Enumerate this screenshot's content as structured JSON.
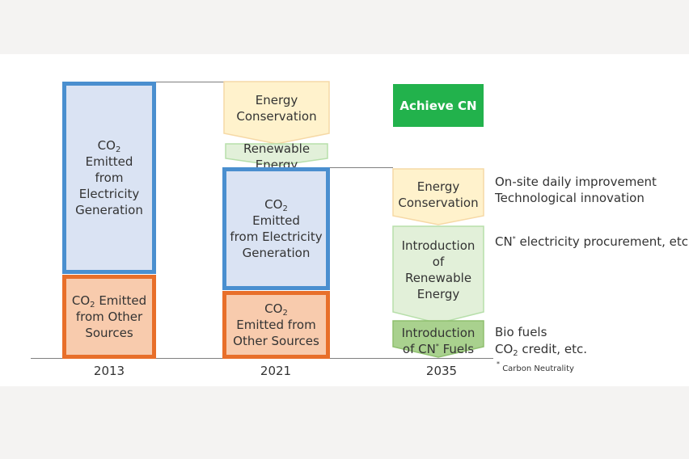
{
  "colors": {
    "blue_fill": "#dae3f3",
    "blue_border": "#4a8fcf",
    "orange_fill": "#f8cbad",
    "orange_border": "#e86f2a",
    "yellow_fill": "#fff2cc",
    "yellow_border": "#f6d9a6",
    "green_fill": "#e2f0d9",
    "green_border": "#b7dfaa",
    "dark_green_fill": "#a9d18e",
    "achieve_green": "#22b24c"
  },
  "columns": {
    "c2013": {
      "year": "2013",
      "electricity": {
        "l1": "CO",
        "l1_sub": "2",
        "l2": "Emitted",
        "l3": "from",
        "l4": "Electricity",
        "l5": "Generation"
      },
      "other": {
        "l1": "CO",
        "l1_sub": "2",
        "l1_tail": " Emitted",
        "l2": "from Other",
        "l3": "Sources"
      }
    },
    "c2021": {
      "year": "2021",
      "energy_conservation": {
        "l1": "Energy",
        "l2": "Conservation"
      },
      "renewable": {
        "l1": "Renewable",
        "l2": "Energy"
      },
      "electricity": {
        "l1": "CO",
        "l1_sub": "2",
        "l2": "Emitted",
        "l3": "from Electricity",
        "l4": "Generation"
      },
      "other": {
        "l1": "CO",
        "l1_sub": "2",
        "l2": "Emitted from",
        "l3": "Other Sources"
      }
    },
    "c2035": {
      "year": "2035",
      "achieve": "Achieve CN",
      "energy_conservation": {
        "l1": "Energy",
        "l2": "Conservation"
      },
      "renewable": {
        "l1": "Introduction",
        "l2": "of",
        "l3": "Renewable",
        "l4": "Energy"
      },
      "fuels": {
        "l1": "Introduction",
        "l2_pre": "of CN",
        "l2_sup": "*",
        "l2_tail": " Fuels"
      }
    }
  },
  "notes": {
    "n1": "On-site daily improvement",
    "n2": "Technological innovation",
    "n3_pre": "CN",
    "n3_sup": "*",
    "n3_tail": " electricity procurement, etc.",
    "n4": "Bio fuels",
    "n5_pre": "CO",
    "n5_sub": "2",
    "n5_tail": " credit, etc.",
    "footnote_sym": "*",
    "footnote": "Carbon Neutrality"
  }
}
